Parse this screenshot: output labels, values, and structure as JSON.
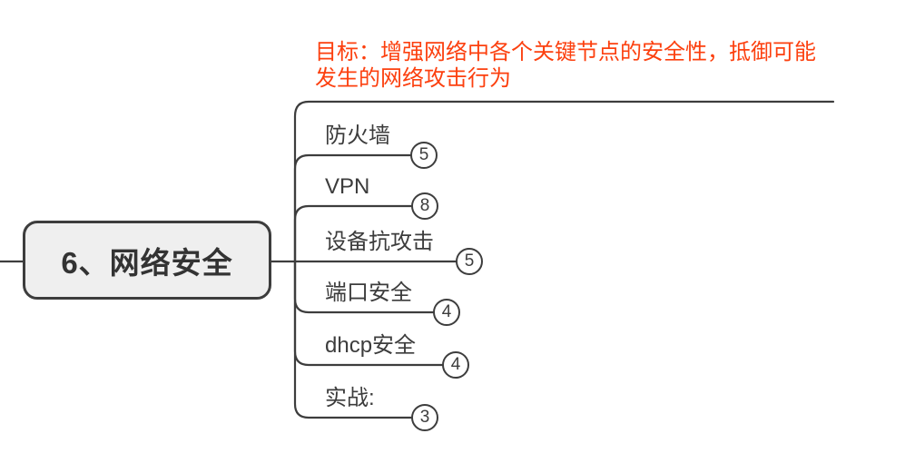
{
  "colors": {
    "line": "#3d3d3d",
    "node_fill": "#efefef",
    "node_border": "#3d3d3d",
    "text": "#3c3c3c",
    "note": "#fc400f",
    "badge_fill": "#ffffff",
    "canvas_bg": "#ffffff"
  },
  "root_topic": {
    "label": "6、网络安全"
  },
  "note_topic": {
    "text": "目标：增强网络中各个关键节点的安全性，抵御可能发生的网络攻击行为"
  },
  "branches": [
    {
      "label": "防火墙",
      "count": "5"
    },
    {
      "label": "VPN",
      "count": "8"
    },
    {
      "label": "设备抗攻击",
      "count": "5"
    },
    {
      "label": "端口安全",
      "count": "4"
    },
    {
      "label": "dhcp安全",
      "count": "4"
    },
    {
      "label": "实战:",
      "count": "3"
    }
  ]
}
